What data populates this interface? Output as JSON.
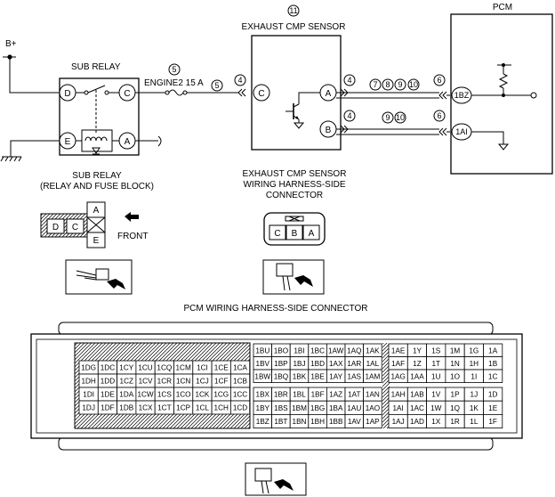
{
  "power": {
    "b_plus": "B+"
  },
  "sub_relay": {
    "label": "SUB RELAY",
    "terminals": [
      "D",
      "C",
      "E",
      "A"
    ],
    "caption_line1": "SUB RELAY",
    "caption_line2": "(RELAY AND FUSE BLOCK)",
    "front_label": "FRONT",
    "connector_pins": [
      "A",
      "D",
      "C",
      "E"
    ]
  },
  "fuse": {
    "ref": "5",
    "label": "ENGINE2 15 A",
    "wire_ref": "5"
  },
  "sensor": {
    "ref": "11",
    "title": "EXHAUST CMP SENSOR",
    "terminals": [
      "C",
      "A",
      "B"
    ],
    "caption_line1": "EXHAUST CMP SENSOR",
    "caption_line2": "WIRING HARNESS-SIDE",
    "caption_line3": "CONNECTOR",
    "connector_pins": [
      "C",
      "B",
      "A"
    ]
  },
  "pcm": {
    "title": "PCM",
    "terminals": [
      "1BZ",
      "1AI"
    ]
  },
  "wire_refs": {
    "relay_to_sensor": "4",
    "sensor_a": "4",
    "sensor_b": "4",
    "top_refs": [
      "7",
      "8",
      "9",
      "10"
    ],
    "bottom_refs": [
      "9",
      "10"
    ],
    "pcm_top": "6",
    "pcm_bottom": "6"
  },
  "pcm_connector": {
    "title": "PCM WIRING HARNESS-SIDE CONNECTOR",
    "left_block": [
      [
        "1DG",
        "1DC",
        "1CY",
        "1CU",
        "1CQ",
        "1CM",
        "1CI",
        "1CE",
        "1CA"
      ],
      [
        "1DH",
        "1DD",
        "1CZ",
        "1CV",
        "1CR",
        "1CN",
        "1CJ",
        "1CF",
        "1CB"
      ],
      [
        "1DI",
        "1DE",
        "1DA",
        "1CW",
        "1CS",
        "1CO",
        "1CK",
        "1CG",
        "1CC"
      ],
      [
        "1DJ",
        "1DF",
        "1DB",
        "1CX",
        "1CT",
        "1CP",
        "1CL",
        "1CH",
        "1CD"
      ]
    ],
    "middle_block": [
      [
        "1BU",
        "1BO",
        "1BI",
        "1BC",
        "1AW",
        "1AQ",
        "1AK"
      ],
      [
        "1BV",
        "1BP",
        "1BJ",
        "1BD",
        "1AX",
        "1AR",
        "1AL"
      ],
      [
        "1BW",
        "1BQ",
        "1BK",
        "1BE",
        "1AY",
        "1AS",
        "1AM"
      ],
      [
        "1BX",
        "1BR",
        "1BL",
        "1BF",
        "1AZ",
        "1AT",
        "1AN"
      ],
      [
        "1BY",
        "1BS",
        "1BM",
        "1BG",
        "1BA",
        "1AU",
        "1AO"
      ],
      [
        "1BZ",
        "1BT",
        "1BN",
        "1BH",
        "1BB",
        "1AV",
        "1AP"
      ]
    ],
    "right_block": [
      [
        "1AE",
        "1Y",
        "1S",
        "1M",
        "1G",
        "1A"
      ],
      [
        "1AF",
        "1Z",
        "1T",
        "1N",
        "1H",
        "1B"
      ],
      [
        "1AG",
        "1AA",
        "1U",
        "1O",
        "1I",
        "1C"
      ],
      [
        "1AH",
        "1AB",
        "1V",
        "1P",
        "1J",
        "1D"
      ],
      [
        "1AI",
        "1AC",
        "1W",
        "1Q",
        "1K",
        "1E"
      ],
      [
        "1AJ",
        "1AD",
        "1X",
        "1R",
        "1L",
        "1F"
      ]
    ]
  }
}
